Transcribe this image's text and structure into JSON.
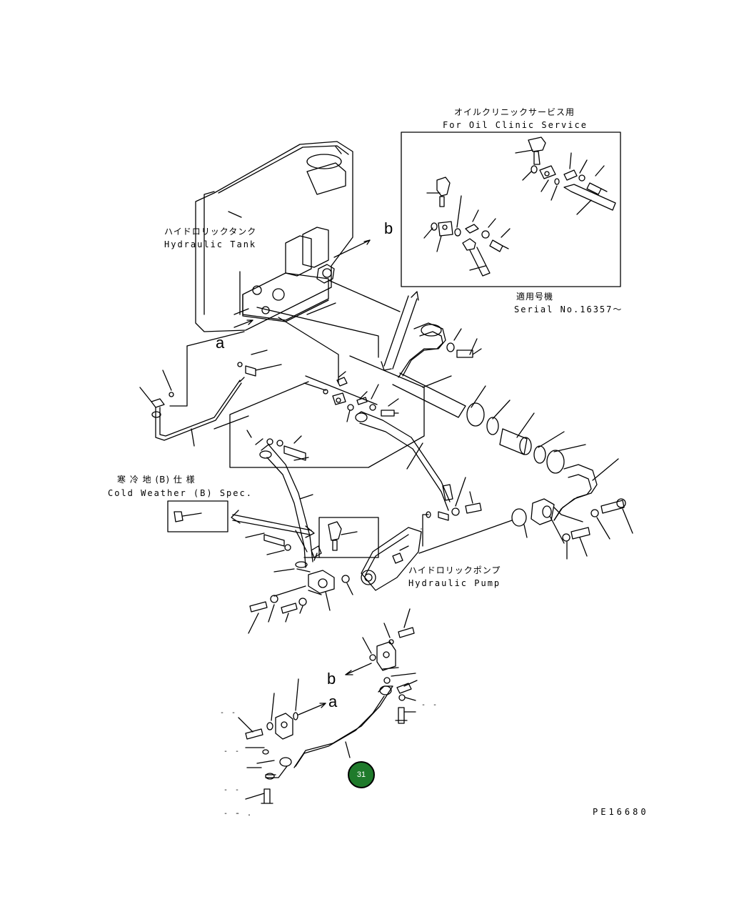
{
  "labels": {
    "oil_clinic_jp": "オイルクリニックサービス用",
    "oil_clinic_en": "For Oil Clinic Service",
    "tank_jp": "ハイドロリックタンク",
    "tank_en": "Hydraulic Tank",
    "serial_jp": "適用号機",
    "serial_en": "Serial No.16357〜",
    "cold_jp": "寒 冷 地 (B) 仕 様",
    "cold_en": "Cold Weather (B) Spec.",
    "pump_jp": "ハイドロリックポンプ",
    "pump_en": "Hydraulic Pump",
    "code": "PE16680"
  },
  "letters": {
    "b_top": "b",
    "a_top": "a",
    "b_bottom": "b",
    "a_bottom": "a"
  },
  "callout": {
    "number": "31",
    "color": "#1f7a2b"
  },
  "dash_marks": [
    "- -",
    "- -",
    "- -",
    "- -",
    "- .",
    "- -"
  ]
}
